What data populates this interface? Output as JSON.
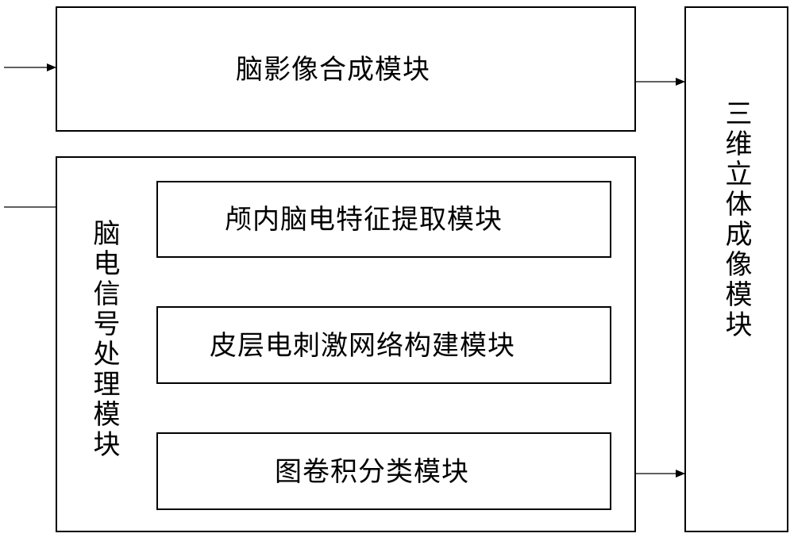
{
  "modules": {
    "synthesis": "脑影像合成模块",
    "eeg_processing": "脑电信号处理模块",
    "feature_extraction": "颅内脑电特征提取模块",
    "network_construction": "皮层电刺激网络构建模块",
    "graph_classification": "图卷积分类模块",
    "imaging_3d": "三维立体成像模块"
  }
}
